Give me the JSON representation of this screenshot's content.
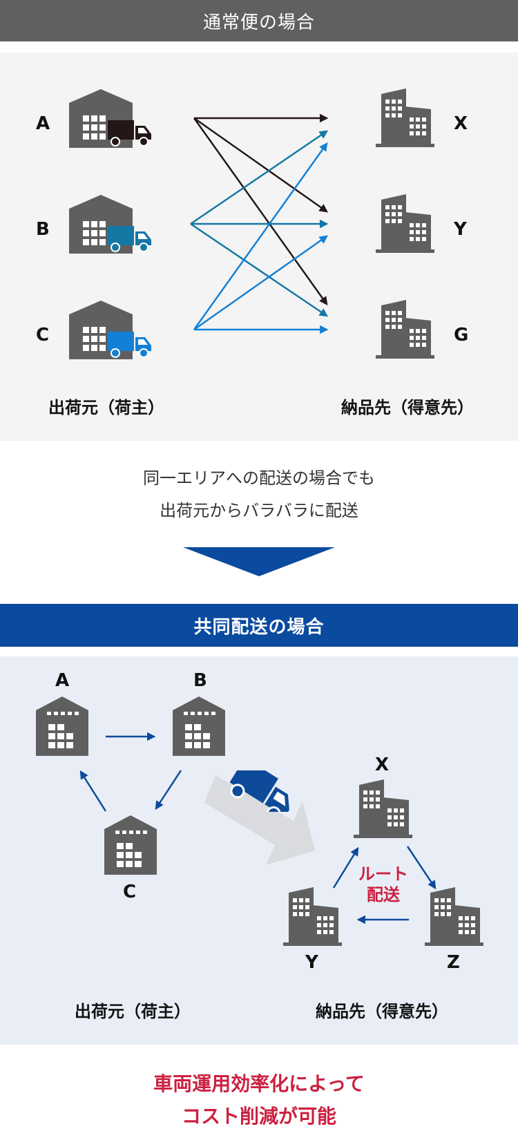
{
  "section1": {
    "header": "通常便の場合",
    "shippers": [
      "A",
      "B",
      "C"
    ],
    "destinations": [
      "X",
      "Y",
      "G"
    ],
    "shipper_caption": "出荷元（荷主）",
    "destination_caption": "納品先（得意先）",
    "truck_colors": [
      "#231815",
      "#1378a3",
      "#1380d6"
    ],
    "note_line1": "同一エリアへの配送の場合でも",
    "note_line2": "出荷元からバラバラに配送"
  },
  "section2": {
    "header": "共同配送の場合",
    "warehouses": [
      "A",
      "B",
      "C"
    ],
    "buildings": [
      "X",
      "Y",
      "Z"
    ],
    "route_line1": "ルート",
    "route_line2": "配送",
    "shipper_caption": "出荷元（荷主）",
    "destination_caption": "納品先（得意先）",
    "result_line1": "車両運用効率化によって",
    "result_line2": "コスト削減が可能"
  },
  "colors": {
    "header_gray": "#606060",
    "header_blue": "#0a4a9f",
    "icon_gray": "#5f5f5f",
    "arrow_navy": "#0e4a9a",
    "accent_red": "#cc2040"
  }
}
